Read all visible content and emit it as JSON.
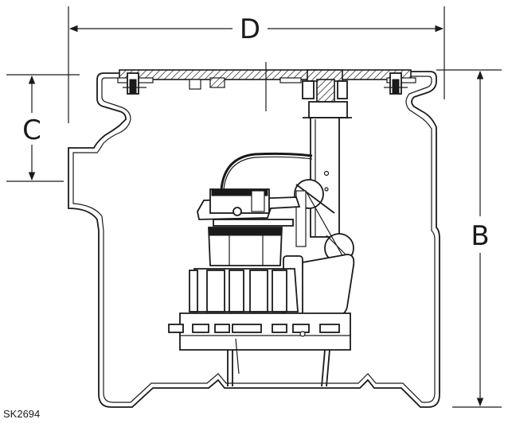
{
  "diagram": {
    "labels": {
      "d": "D",
      "c": "C",
      "b": "B"
    },
    "drawing_id": "SK2694",
    "colors": {
      "line": "#1a1a1a",
      "background": "#ffffff"
    }
  }
}
